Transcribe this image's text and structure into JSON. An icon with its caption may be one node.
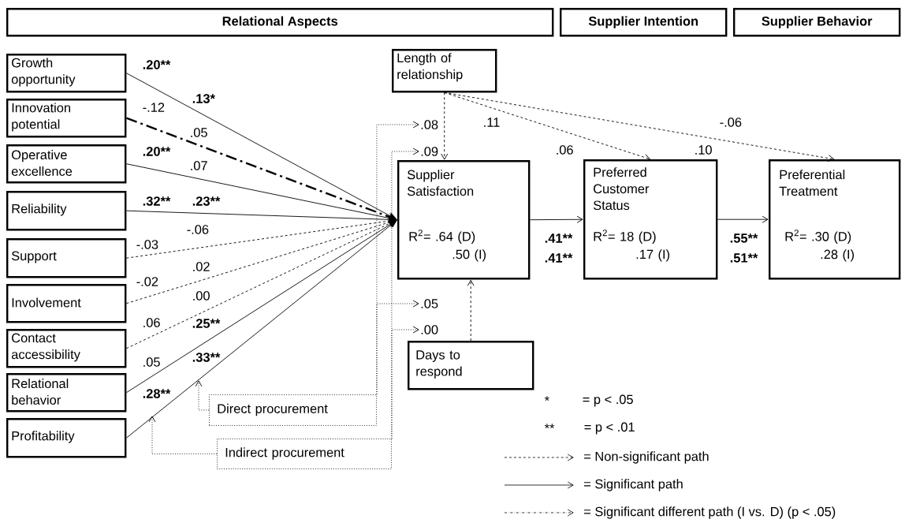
{
  "diagram": {
    "nodes": [
      {
        "text": [
          "Relational Aspects"
        ]
      },
      {
        "text": [
          "Supplier Intention"
        ]
      },
      {
        "text": [
          "Supplier Behavior"
        ]
      },
      {
        "text": [
          "Growth opportunity"
        ]
      },
      {
        "text": [
          "Innovation potential"
        ]
      },
      {
        "text": [
          "Operative excellence"
        ]
      },
      {
        "text": [
          "Reliability"
        ]
      },
      {
        "text": [
          "Support"
        ]
      },
      {
        "text": [
          "Involvement"
        ]
      },
      {
        "text": [
          "Contact accessibility"
        ]
      },
      {
        "text": [
          "Relational behavior"
        ]
      },
      {
        "text": [
          "Profitability"
        ]
      },
      {
        "text": [
          "Length of relationship"
        ]
      },
      {
        "text": [
          "Supplier Satisfaction",
          "R$^{2}$= .64 (D)",
          ".50 (I)"
        ]
      },
      {
        "text": [
          "Preferred Customer Status",
          "R$^{2}$= 18 (D)",
          ".17 (I)"
        ]
      },
      {
        "text": [
          "Preferential Treatment",
          "R$^{2}$= .30 (D)",
          ".28 (I)"
        ]
      },
      {
        "text": [
          "Days to respond"
        ]
      },
      {
        "text": [
          "Direct procurement"
        ]
      },
      {
        "text": [
          "Indirect procurement"
        ]
      },
      {
        "text": [
          ".08"
        ]
      },
      {
        "text": [
          ".09"
        ]
      },
      {
        "text": [
          ".05"
        ]
      },
      {
        "text": [
          ".00"
        ]
      }
    ],
    "edges": [
      {
        "from": 3,
        "to": 13,
        "arrow": "to"
      },
      {
        "from": 4,
        "to": 13,
        "arrow": "to",
        "style": "dashed"
      },
      {
        "from": 5,
        "to": 13,
        "arrow": "to"
      },
      {
        "from": 6,
        "to": 13,
        "arrow": "to"
      },
      {
        "from": 7,
        "to": 13,
        "arrow": "to",
        "style": "dashed"
      },
      {
        "from": 8,
        "to": 13,
        "arrow": "to",
        "style": "dashed"
      },
      {
        "from": 9,
        "to": 13,
        "arrow": "to",
        "style": "dashed"
      },
      {
        "from": 10,
        "to": 13,
        "arrow": "to"
      },
      {
        "from": 11,
        "to": 13,
        "arrow": "to"
      },
      {
        "from": 12,
        "to": 13,
        "arrow": "to",
        "style": "dashed"
      },
      {
        "from": 12,
        "to": 14,
        "arrow": "to",
        "style": "dashed"
      },
      {
        "from": 12,
        "to": 15,
        "arrow": "to",
        "style": "dashed"
      },
      {
        "from": 13,
        "to": 14,
        "arrow": "to"
      },
      {
        "from": 14,
        "to": 15,
        "arrow": "to"
      },
      {
        "from": 16,
        "to": 13,
        "arrow": "to",
        "style": "dashed"
      },
      {
        "from": 17,
        "to": 19,
        "arrow": "to",
        "style": "dashed"
      },
      {
        "from": 17,
        "to": 21,
        "arrow": "to",
        "style": "dashed"
      },
      {
        "from": 17,
        "to": null,
        "arrow": "to",
        "style": "dashed"
      },
      {
        "from": 18,
        "to": 20,
        "arrow": "to",
        "style": "dashed"
      },
      {
        "from": 18,
        "to": 22,
        "arrow": "to",
        "style": "dashed"
      },
      {
        "from": 18,
        "to": null,
        "arrow": "to",
        "style": "dashed"
      }
    ],
    "labels": [
      ".20**",
      ".13*",
      "-.12",
      ".05",
      ".20**",
      ".07",
      ".32**",
      ".23**",
      "-.06",
      "-.03",
      ".02",
      "-.02",
      ".00",
      ".06",
      ".25**",
      ".05",
      ".33**",
      ".28**",
      ".11",
      "-.06",
      ".06",
      ".10",
      ".41**",
      ".55**",
      ".41**",
      ".51**",
      "*",
      "= p < .05",
      "**",
      "= p < .01"
    ],
    "legend": [
      {
        "text": "= Non-significant path"
      },
      {
        "text": "= Significant path"
      },
      {
        "text": "= Significant different path (I vs. D) (p < .05)"
      }
    ]
  }
}
